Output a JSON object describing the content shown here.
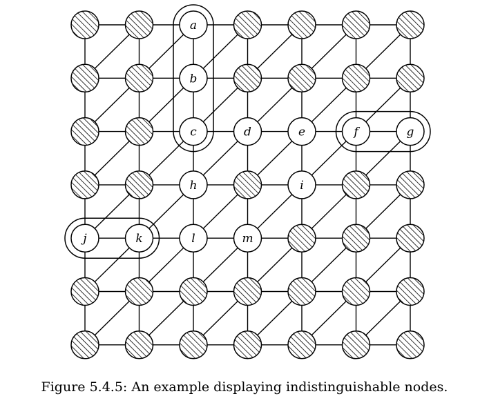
{
  "figure": {
    "grid_size": 7,
    "nodes": [
      {
        "row": 0,
        "col": 2,
        "label": "a"
      },
      {
        "row": 1,
        "col": 2,
        "label": "b"
      },
      {
        "row": 2,
        "col": 2,
        "label": "c"
      },
      {
        "row": 2,
        "col": 3,
        "label": "d"
      },
      {
        "row": 2,
        "col": 4,
        "label": "e"
      },
      {
        "row": 2,
        "col": 5,
        "label": "f"
      },
      {
        "row": 2,
        "col": 6,
        "label": "g"
      },
      {
        "row": 3,
        "col": 2,
        "label": "h"
      },
      {
        "row": 3,
        "col": 4,
        "label": "i"
      },
      {
        "row": 4,
        "col": 0,
        "label": "j"
      },
      {
        "row": 4,
        "col": 1,
        "label": "k"
      },
      {
        "row": 4,
        "col": 2,
        "label": "l"
      },
      {
        "row": 4,
        "col": 3,
        "label": "m"
      }
    ],
    "groups": [
      {
        "name": "a-b-c",
        "members": [
          "a",
          "b",
          "c"
        ]
      },
      {
        "name": "f-g",
        "members": [
          "f",
          "g"
        ]
      },
      {
        "name": "j-k",
        "members": [
          "j",
          "k"
        ]
      }
    ]
  },
  "caption": "Figure 5.4.5: An example displaying indistinguishable nodes."
}
